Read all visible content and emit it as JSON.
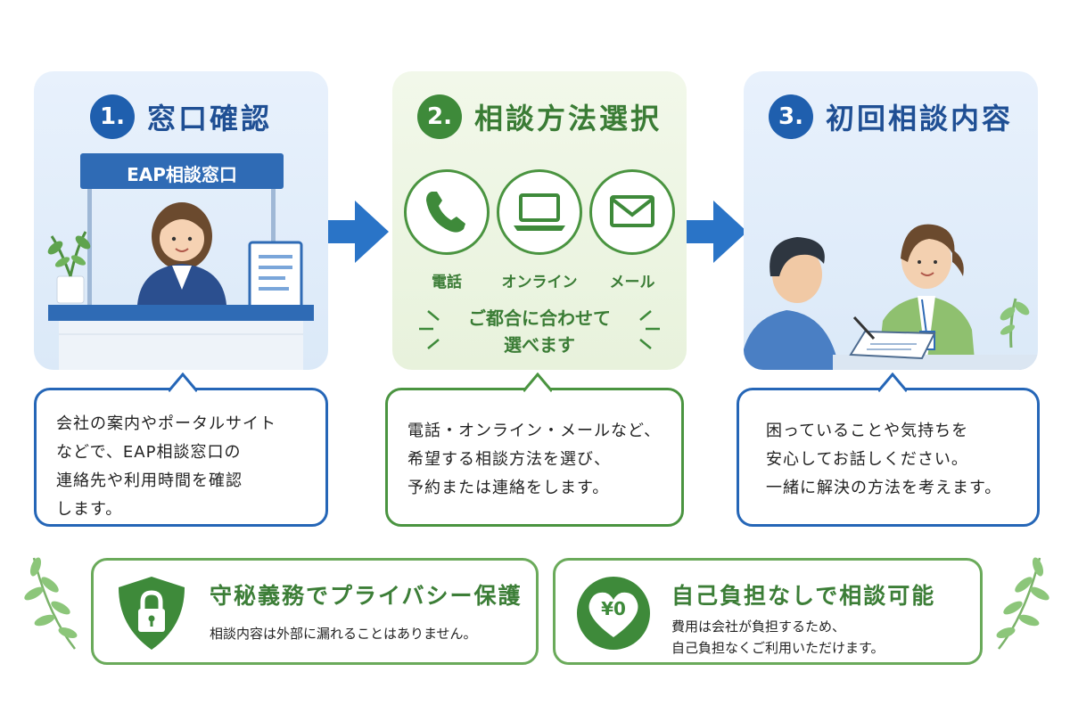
{
  "steps": [
    {
      "number": "1.",
      "title": "窓口確認",
      "color": "#1f5fae"
    },
    {
      "number": "2.",
      "title": "相談方法選択",
      "color": "#3e8a3a"
    },
    {
      "number": "3.",
      "title": "初回相談内容",
      "color": "#1f5fae"
    }
  ],
  "step1": {
    "sign": "EAP相談窓口"
  },
  "step2": {
    "methods": [
      {
        "label": "電話",
        "icon": "phone-icon"
      },
      {
        "label": "オンライン",
        "icon": "laptop-icon"
      },
      {
        "label": "メール",
        "icon": "mail-icon"
      }
    ],
    "convenience": [
      "ご都合に合わせて",
      "選べます"
    ]
  },
  "bubbles": [
    {
      "lines": [
        "会社の案内やポータルサイト",
        "などで、EAP相談窓口の",
        "連絡先や利用時間を確認",
        "します。"
      ]
    },
    {
      "lines": [
        "電話・オンライン・メールなど、",
        "希望する相談方法を選び、",
        "予約または連絡をします。"
      ]
    },
    {
      "lines": [
        "困っていることや気持ちを",
        "安心してお話しください。",
        "一緒に解決の方法を考えます。"
      ]
    }
  ],
  "info": [
    {
      "title": "守秘義務でプライバシー保護",
      "lines": [
        "相談内容は外部に漏れることはありません。"
      ],
      "icon": "shield-lock-icon"
    },
    {
      "title": "自己負担なしで相談可能",
      "lines": [
        "費用は会社が負担するため、",
        "自己負担なくご利用いただけます。"
      ],
      "icon": "heart-yen-icon",
      "badge": "¥0"
    }
  ],
  "colors": {
    "blue": "#1f5fae",
    "green": "#3e8a3a",
    "arrow": "#2a74c7"
  }
}
